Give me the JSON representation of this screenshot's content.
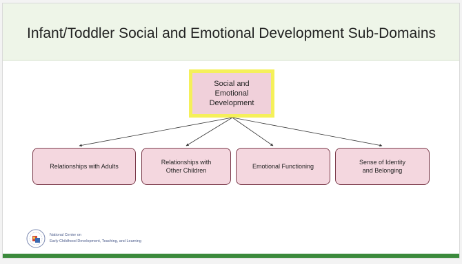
{
  "slide": {
    "title": "Infant/Toddler Social and Emotional Development Sub-Domains"
  },
  "diagram": {
    "root": "Social and\nEmotional\nDevelopment",
    "children": [
      "Relationships with Adults",
      "Relationships with\nOther Children",
      "Emotional Functioning",
      "Sense of Identity\nand Belonging"
    ]
  },
  "footer": {
    "org_line1": "National Center on",
    "org_line2": "Early Childhood Development, Teaching, and Learning"
  },
  "colors": {
    "title_band": "#eef5e8",
    "root_fill": "#f0d0da",
    "root_border": "#f5f05a",
    "child_fill": "#f4d7df",
    "child_border": "#7a3a4a",
    "bottom_bar": "#3b8a3c"
  }
}
